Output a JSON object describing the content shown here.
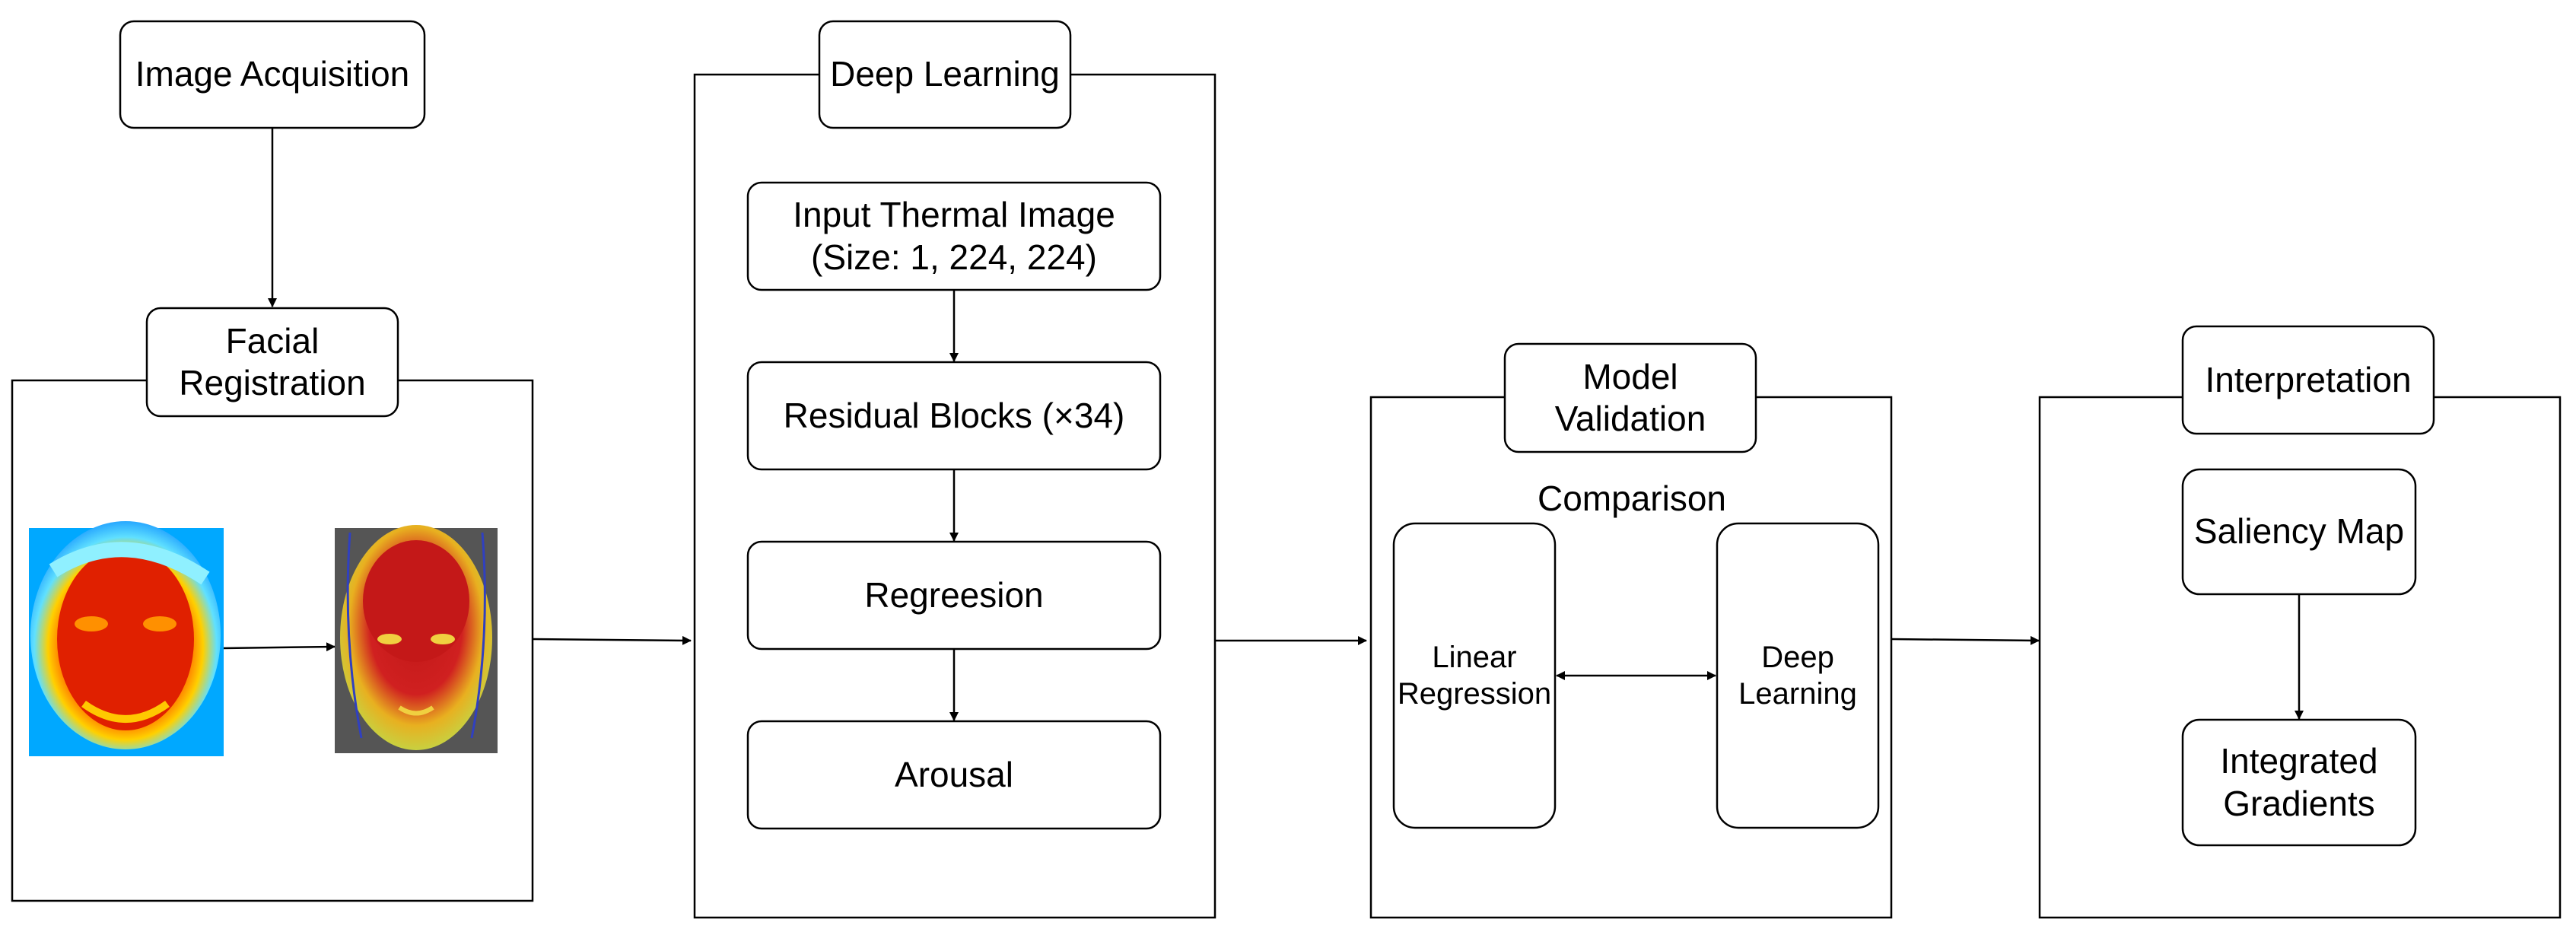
{
  "colors": {
    "stroke": "#000000",
    "background": "#ffffff"
  },
  "stage1": {
    "acquisition": "Image Acquisition",
    "registration": "Facial\nRegistration"
  },
  "stage2": {
    "title": "Deep Learning",
    "input": "Input Thermal Image\n(Size: 1, 224, 224)",
    "residual": "Residual Blocks (×34)",
    "regression": "Regreesion",
    "arousal": "Arousal"
  },
  "stage3": {
    "title": "Model\nValidation",
    "comparison": "Comparison",
    "linear": "Linear\nRegression",
    "deep": "Deep\nLearning"
  },
  "stage4": {
    "title": "Interpretation",
    "saliency": "Saliency Map",
    "integrated": "Integrated\nGradients"
  },
  "icons": {
    "raw_face": "thermal-face-image",
    "registered_face": "registered-face-image"
  }
}
